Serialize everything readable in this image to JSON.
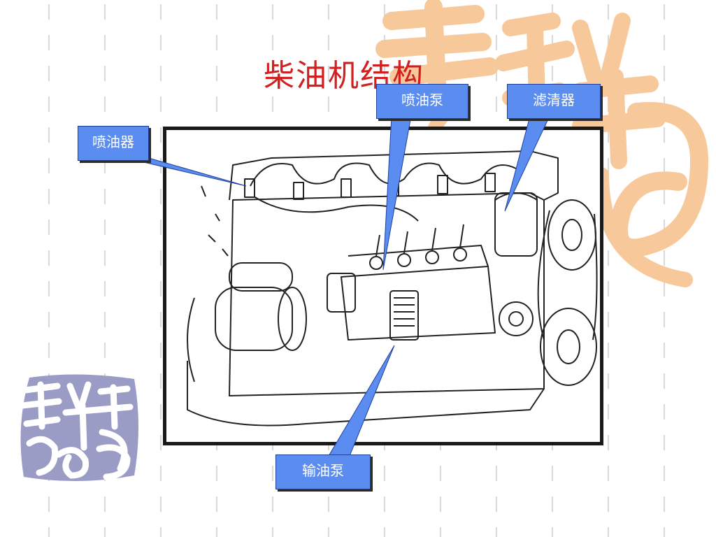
{
  "slide": {
    "title": "柴油机结构"
  },
  "labels": {
    "injector": "喷油器",
    "injection_pump": "喷油泵",
    "filter": "滤清器",
    "fuel_supply_pump": "输油泵"
  },
  "colors": {
    "title": "#d21f1f",
    "label_fill": "#5b8df0",
    "label_border": "#1f3f9c",
    "seal_top_right": "#f7c99a",
    "seal_bottom_left": "#9a9cc6",
    "frame": "#1a1a1a"
  },
  "icons": {
    "top_right_seal": "calligraphy-seal-icon",
    "bottom_left_seal": "calligraphy-seal-icon"
  }
}
